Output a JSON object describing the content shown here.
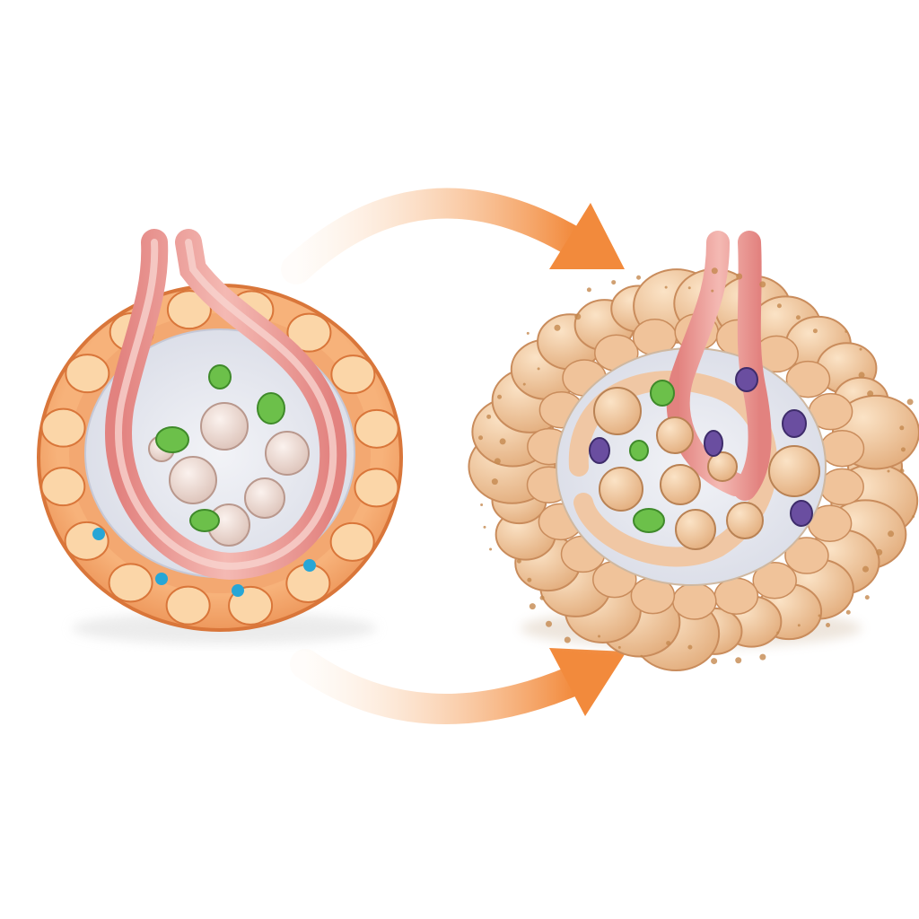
{
  "figure": {
    "panels": [
      {
        "id": "normal",
        "state": "smooth-wall"
      },
      {
        "id": "changed",
        "state": "lumpy-wall"
      }
    ],
    "arrows": [
      {
        "id": "top",
        "direction": "left-to-right"
      },
      {
        "id": "bottom",
        "direction": "left-to-right"
      }
    ]
  },
  "colors": {
    "outer_wall": "#f5a56a",
    "outer_wall_edge": "#d9763a",
    "wall_nodule": "#fbd6a8",
    "inner_tube": "#e89a98",
    "inner_tube_light": "#f7cfc9",
    "lumen": "#e4e6ee",
    "cell": "#ecd9d2",
    "cell_edge": "#b9988d",
    "green_cell": "#6cc04a",
    "purple_cell": "#6a4ea0",
    "blue_dot": "#27a6d6",
    "lumpy_wall": "#f0c39a",
    "lumpy_cell": "#efcf9f",
    "arrow": "#f28a3c",
    "arrow_fade": "#fde3c9"
  }
}
